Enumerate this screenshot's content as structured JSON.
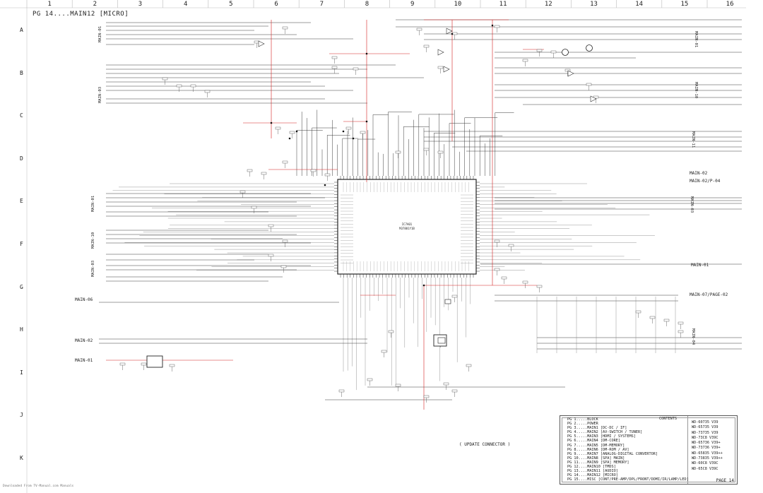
{
  "page": {
    "title": "PG 14....MAIN12 [MICRO]",
    "footer_link": "Downloaded From TV-Manual.com Manuals",
    "update_connector": "( UPDATE CONNECTOR )"
  },
  "grid": {
    "columns": [
      "1",
      "2",
      "3",
      "4",
      "5",
      "6",
      "7",
      "8",
      "9",
      "10",
      "11",
      "12",
      "13",
      "14",
      "15",
      "16"
    ],
    "rows": [
      "A",
      "B",
      "C",
      "D",
      "E",
      "F",
      "G",
      "H",
      "I",
      "J",
      "K"
    ]
  },
  "connectors": {
    "left": [
      "MAIN-01",
      "MAIN-03",
      "MAIN-01",
      "MAIN-10",
      "MAIN-03",
      "MAIN-06",
      "MAIN-02",
      "MAIN-01"
    ],
    "right": [
      "MAIN-01",
      "MAIN-10",
      "MAIN-11",
      "MAIN-02",
      "MAIN-02/P-04",
      "MAIN-03",
      "MAIN-01",
      "MAIN-07/PAGE-02",
      "MAIN-04"
    ]
  },
  "chips": {
    "main_mcu": "IC7A01",
    "main_mcu_sub": "M37881Y1B"
  },
  "contents": {
    "header": "CONTENTS",
    "pages": [
      "PG 1.....BLOCK",
      "PG 2.....POWER",
      "PG 3.....MAIN1 [DC-DC / IF]",
      "PG 4.....MAIN2 [AV-SWITCH / TUNER]",
      "PG 5.....MAIN3 [HDMI / SYSTEMS]",
      "PG 6.....MAIN4 [DM-CORE]",
      "PG 7.....MAIN5 [DM-MEMORY]",
      "PG 8.....MAIN6 [DM-ROM / AV]",
      "PG 9.....MAIN7 [ANALOG-DIGITAL CONVERTOR]",
      "PG 10....MAIN8 [SPA] MAIN]",
      "PG 11....MAIN9 [SPA] MEMORY]",
      "PG 12....MAIN10 [TMDS]",
      "PG 13....MAIN11 [AUDIO]",
      "PG 14....MAIN12 [MICRO]",
      "PG 15....MISC [CONT/PRE-AMP/DPL/FRONT/DDMI/IR/LAMP/LED]"
    ],
    "models": [
      "WD-60735 V39",
      "WD-65735 V39",
      "WD-73735 V39",
      "WD-73C8 V39C",
      "WD-65736 V39+",
      "WD-73736 V39+",
      "WD-65835 V39++",
      "WD-73835 V39++",
      "WD-60C8 V39C",
      "WD-65C8 V39C"
    ],
    "page_label": "PAGE 14"
  },
  "colors": {
    "wire": "#3a3a3a",
    "wire_light": "#8a8a8a",
    "power_rail": "#d62020",
    "grid_line": "#bbbbbb"
  }
}
